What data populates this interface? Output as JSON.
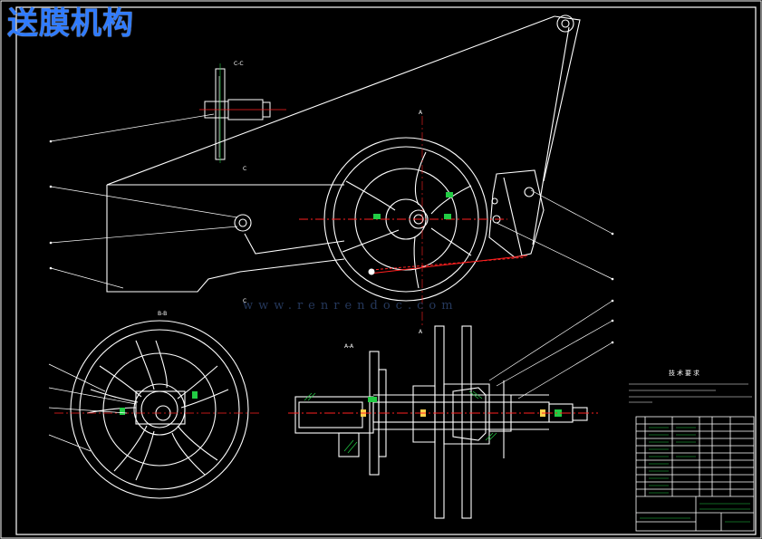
{
  "title": "送膜机构",
  "watermark": "www.renrendoc.com",
  "section_labels": {
    "cc": "C-C",
    "bb": "B-B",
    "aa": "A-A",
    "c_marker": "C",
    "a_marker": "A"
  },
  "tech_req_title": "技术要求",
  "colors": {
    "background": "#000000",
    "line": "#ffffff",
    "title": "#2f7bff",
    "center_line": "#ff2020",
    "accent_green": "#22cc44",
    "accent_yellow": "#ffd24a"
  },
  "symbols": {
    "cross": "×"
  }
}
